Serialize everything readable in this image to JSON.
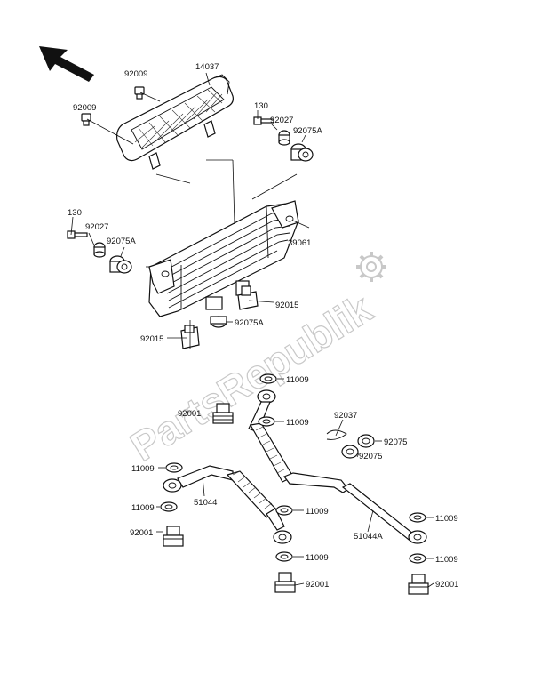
{
  "watermark": "PartsRepublik",
  "labels": {
    "l_92009_a": "92009",
    "l_14037": "14037",
    "l_92009_b": "92009",
    "l_130_a": "130",
    "l_92027_a": "92027",
    "l_92075A_a": "92075A",
    "l_130_b": "130",
    "l_92027_b": "92027",
    "l_92075A_b": "92075A",
    "l_39061": "39061",
    "l_92015_a": "92015",
    "l_92075A_c": "92075A",
    "l_92015_b": "92015",
    "l_11009_a": "11009",
    "l_92001_a": "92001",
    "l_11009_b": "11009",
    "l_92037": "92037",
    "l_92075_a": "92075",
    "l_92075_b": "92075",
    "l_11009_c": "11009",
    "l_51044": "51044",
    "l_11009_d": "11009",
    "l_11009_e": "11009",
    "l_92001_b": "92001",
    "l_11009_f": "11009",
    "l_51044A": "51044A",
    "l_11009_g": "11009",
    "l_11009_h": "11009",
    "l_92001_c": "92001",
    "l_92001_d": "92001"
  }
}
